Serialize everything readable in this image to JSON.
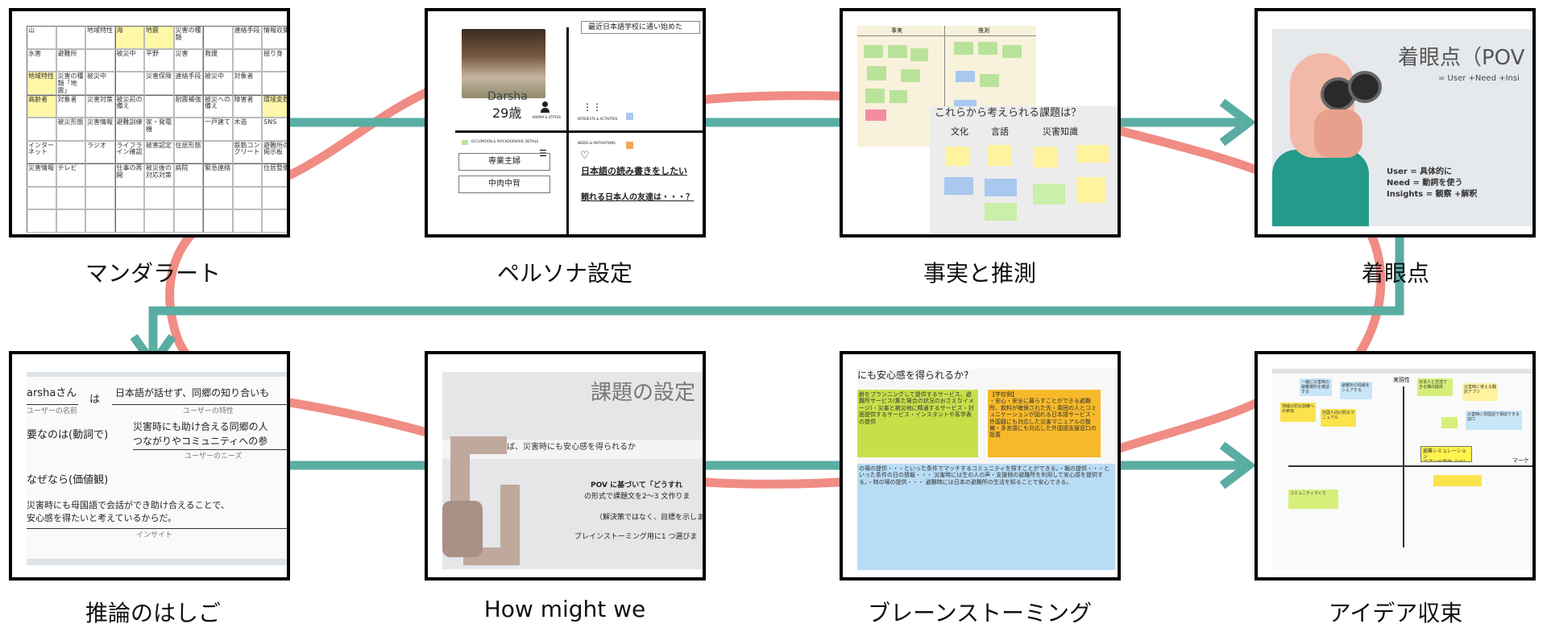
{
  "steps": [
    {
      "label": "マンダラート"
    },
    {
      "label": "ペルソナ設定"
    },
    {
      "label": "事実と推測"
    },
    {
      "label": "着眼点"
    },
    {
      "label": "推論のはしご"
    },
    {
      "label": "How might we"
    },
    {
      "label": "ブレーンストーミング"
    },
    {
      "label": "アイデア収束"
    }
  ],
  "colors": {
    "teal": "#5aada3",
    "salmon": "#f08c84",
    "border": "#000000"
  },
  "mandala": {
    "cells": [
      "山",
      "地域特性",
      "海",
      "地震",
      "災害の種類",
      "連絡手段",
      "情報収集",
      "水害",
      "避難所",
      "被災中",
      "平野",
      "災害",
      "救援",
      "揺り身",
      "地域特性",
      "災害の種類「地震」",
      "被災中",
      "災害保険",
      "連絡手段",
      "被災中",
      "対象者",
      "高齢者",
      "対象者",
      "災害対策",
      "被災前の備え",
      "耐震補強",
      "被災への備え",
      "障害者",
      "環境変数",
      "被災形態",
      "災害情報",
      "避難訓練",
      "家・発電機",
      "一戸建て",
      "木造",
      "SNS",
      "インターネット",
      "ラジオ",
      "ライフライン確認",
      "被害認定",
      "住居形態",
      "鉄筋コンクリート",
      "避難所の掲示板",
      "災害情報",
      "テレビ",
      "仕事の再開",
      "被災後の対応対策",
      "病院",
      "緊急連絡",
      "住居整備"
    ]
  },
  "persona": {
    "top_text": "最近日本語学校に通い始めた",
    "name": "Darsha",
    "age": "29歳",
    "q1": "専業主婦",
    "q2": "中肉中背",
    "line1": "日本語の読み書きをしたい",
    "line2": "頼れる日本人の友達は・・・？",
    "small1": "KARMA & STATUS",
    "small2": "INTERESTS & ACTIVITIES",
    "small3": "OCCUPATION & PSYCHOGRAPHIC DETAILS",
    "small4": "NEEDS & MOTIVATIONS"
  },
  "facts": {
    "col_fact": "事実",
    "col_guess": "推測",
    "question": "これらから考えられる課題は？",
    "cat1": "文化",
    "cat2": "言語",
    "cat3": "災害知識"
  },
  "pov": {
    "title": "着眼点（POV",
    "formula": "= User +Need +Insi",
    "user": "User = 具体的に",
    "need": "Need = 動詞を使う",
    "insights": "Insights = 観察 +解釈"
  },
  "ladder": {
    "name": "arshaさん",
    "wa": "は",
    "need_line": "日本語が話せず、同郷の知り合いも",
    "name_caption": "ユーザーの名前",
    "trait_caption": "ユーザーの特性",
    "needs_intro": "要なのは(動詞で)",
    "needs_1": "災害時にも助け合える同郷の人",
    "needs_2": "つながりやコミュニティへの参",
    "needs_caption": "ユーザーのニーズ",
    "why": "なぜなら(価値観)",
    "insight_1": "災害時にも母国語で会話ができ助け合えることで、",
    "insight_2": "安心感を得たいと考えているからだ。",
    "insight_caption": "インサイト"
  },
  "hmw": {
    "title": "課題の設定",
    "question": "どうすれば、災害時にも安心感を得られるか",
    "pov_note_1": "POV に基づいて「どうすれ",
    "pov_note_2": "の形式で課題文を2～3 文作りま",
    "note_2": "（解決策ではなく、目標を示しま",
    "note_3": "ブレインストーミング用に1 つ選びま"
  },
  "brainstorm": {
    "header": "にも安心感を得られるか?",
    "lime_text": "齢をプランニングして提供するサービス、避難所サービス(集た場合の状況のおさえなイメージ)・災害と被災地に精通するサービス・対面提供するサービス・インスタントや系学表の提供",
    "orange_title": "【学校側】",
    "orange_text": "・安心・安全に暮らすことができる避難所、飲料が確保された先・周囲の人とコミュニケーションが図れる日本語サービス・外国籍にも対応した災害マニュアルの整備・多言語にも対応した外国語支援窓口の設置",
    "blue_text": "の場の提供・・・といった条件でマッチするコミュニティを探すことができる。・報の提供・・・といった条件の日の情報・・・ 災害時には生の人の声・支援側の避難所を利用して安心感を提供する。・時の場の提供・・・ 避難時には日本の避難所の生活を知ることで安心できる。"
  },
  "converge": {
    "axis_top": "実現性",
    "axis_right": "マーケ",
    "highlight": "避難シミュレーション\nアプリの提供（VR）",
    "notes": [
      "一緒に災害時の避難場所を確認する",
      "避難所の情報をシェアする",
      "日本人と交流できる場の提供",
      "災害時に使える翻訳アプリ",
      "地域の防災訓練への参加",
      "外国人向け防災マニュアル",
      "災害時に母国語で相談できる窓口",
      "コミュニティづくり"
    ]
  }
}
